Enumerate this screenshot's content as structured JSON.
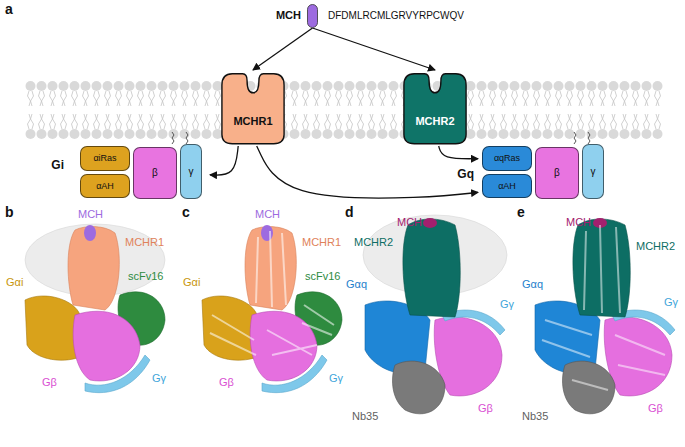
{
  "diagram": {
    "nodes": [
      {
        "text": [
          "MCH",
          "DFDMLRCMLGRVYRPCWQV"
        ]
      },
      {
        "text": [
          "MCHR1"
        ]
      },
      {
        "text": [
          "MCHR2"
        ]
      },
      {
        "text": [
          "Gi"
        ]
      },
      {
        "text": [
          "αiRas"
        ],
        "in": 3
      },
      {
        "text": [
          "αAH"
        ],
        "in": 3
      },
      {
        "text": [
          "β"
        ],
        "in": 3
      },
      {
        "text": [
          "γ"
        ],
        "in": 3
      },
      {
        "text": [
          "Gq"
        ]
      },
      {
        "text": [
          "αqRas"
        ],
        "in": 8
      },
      {
        "text": [
          "αAH"
        ],
        "in": 8
      },
      {
        "text": [
          "β"
        ],
        "in": 8
      },
      {
        "text": [
          "γ"
        ],
        "in": 8
      }
    ],
    "edges": [
      {
        "from": 0,
        "to": 1,
        "arrow": "to"
      },
      {
        "from": 0,
        "to": 2,
        "arrow": "to"
      },
      {
        "from": 1,
        "to": 3,
        "arrow": "to"
      },
      {
        "from": 1,
        "to": 8,
        "arrow": "to"
      },
      {
        "from": 2,
        "to": 8,
        "arrow": "to"
      }
    ],
    "labels": [
      "a",
      "b",
      "MCH",
      "MCHR1",
      "scFv16",
      "Gαi",
      "Gβ",
      "Gγ",
      "c",
      "MCH",
      "MCHR1",
      "scFv16",
      "Gαi",
      "Gβ",
      "Gγ",
      "d",
      "MCH",
      "MCHR2",
      "Gαq",
      "Gγ",
      "Nb35",
      "Gβ",
      "e",
      "MCH",
      "MCHR2",
      "Gαq",
      "Gγ",
      "Nb35",
      "Gβ"
    ]
  }
}
